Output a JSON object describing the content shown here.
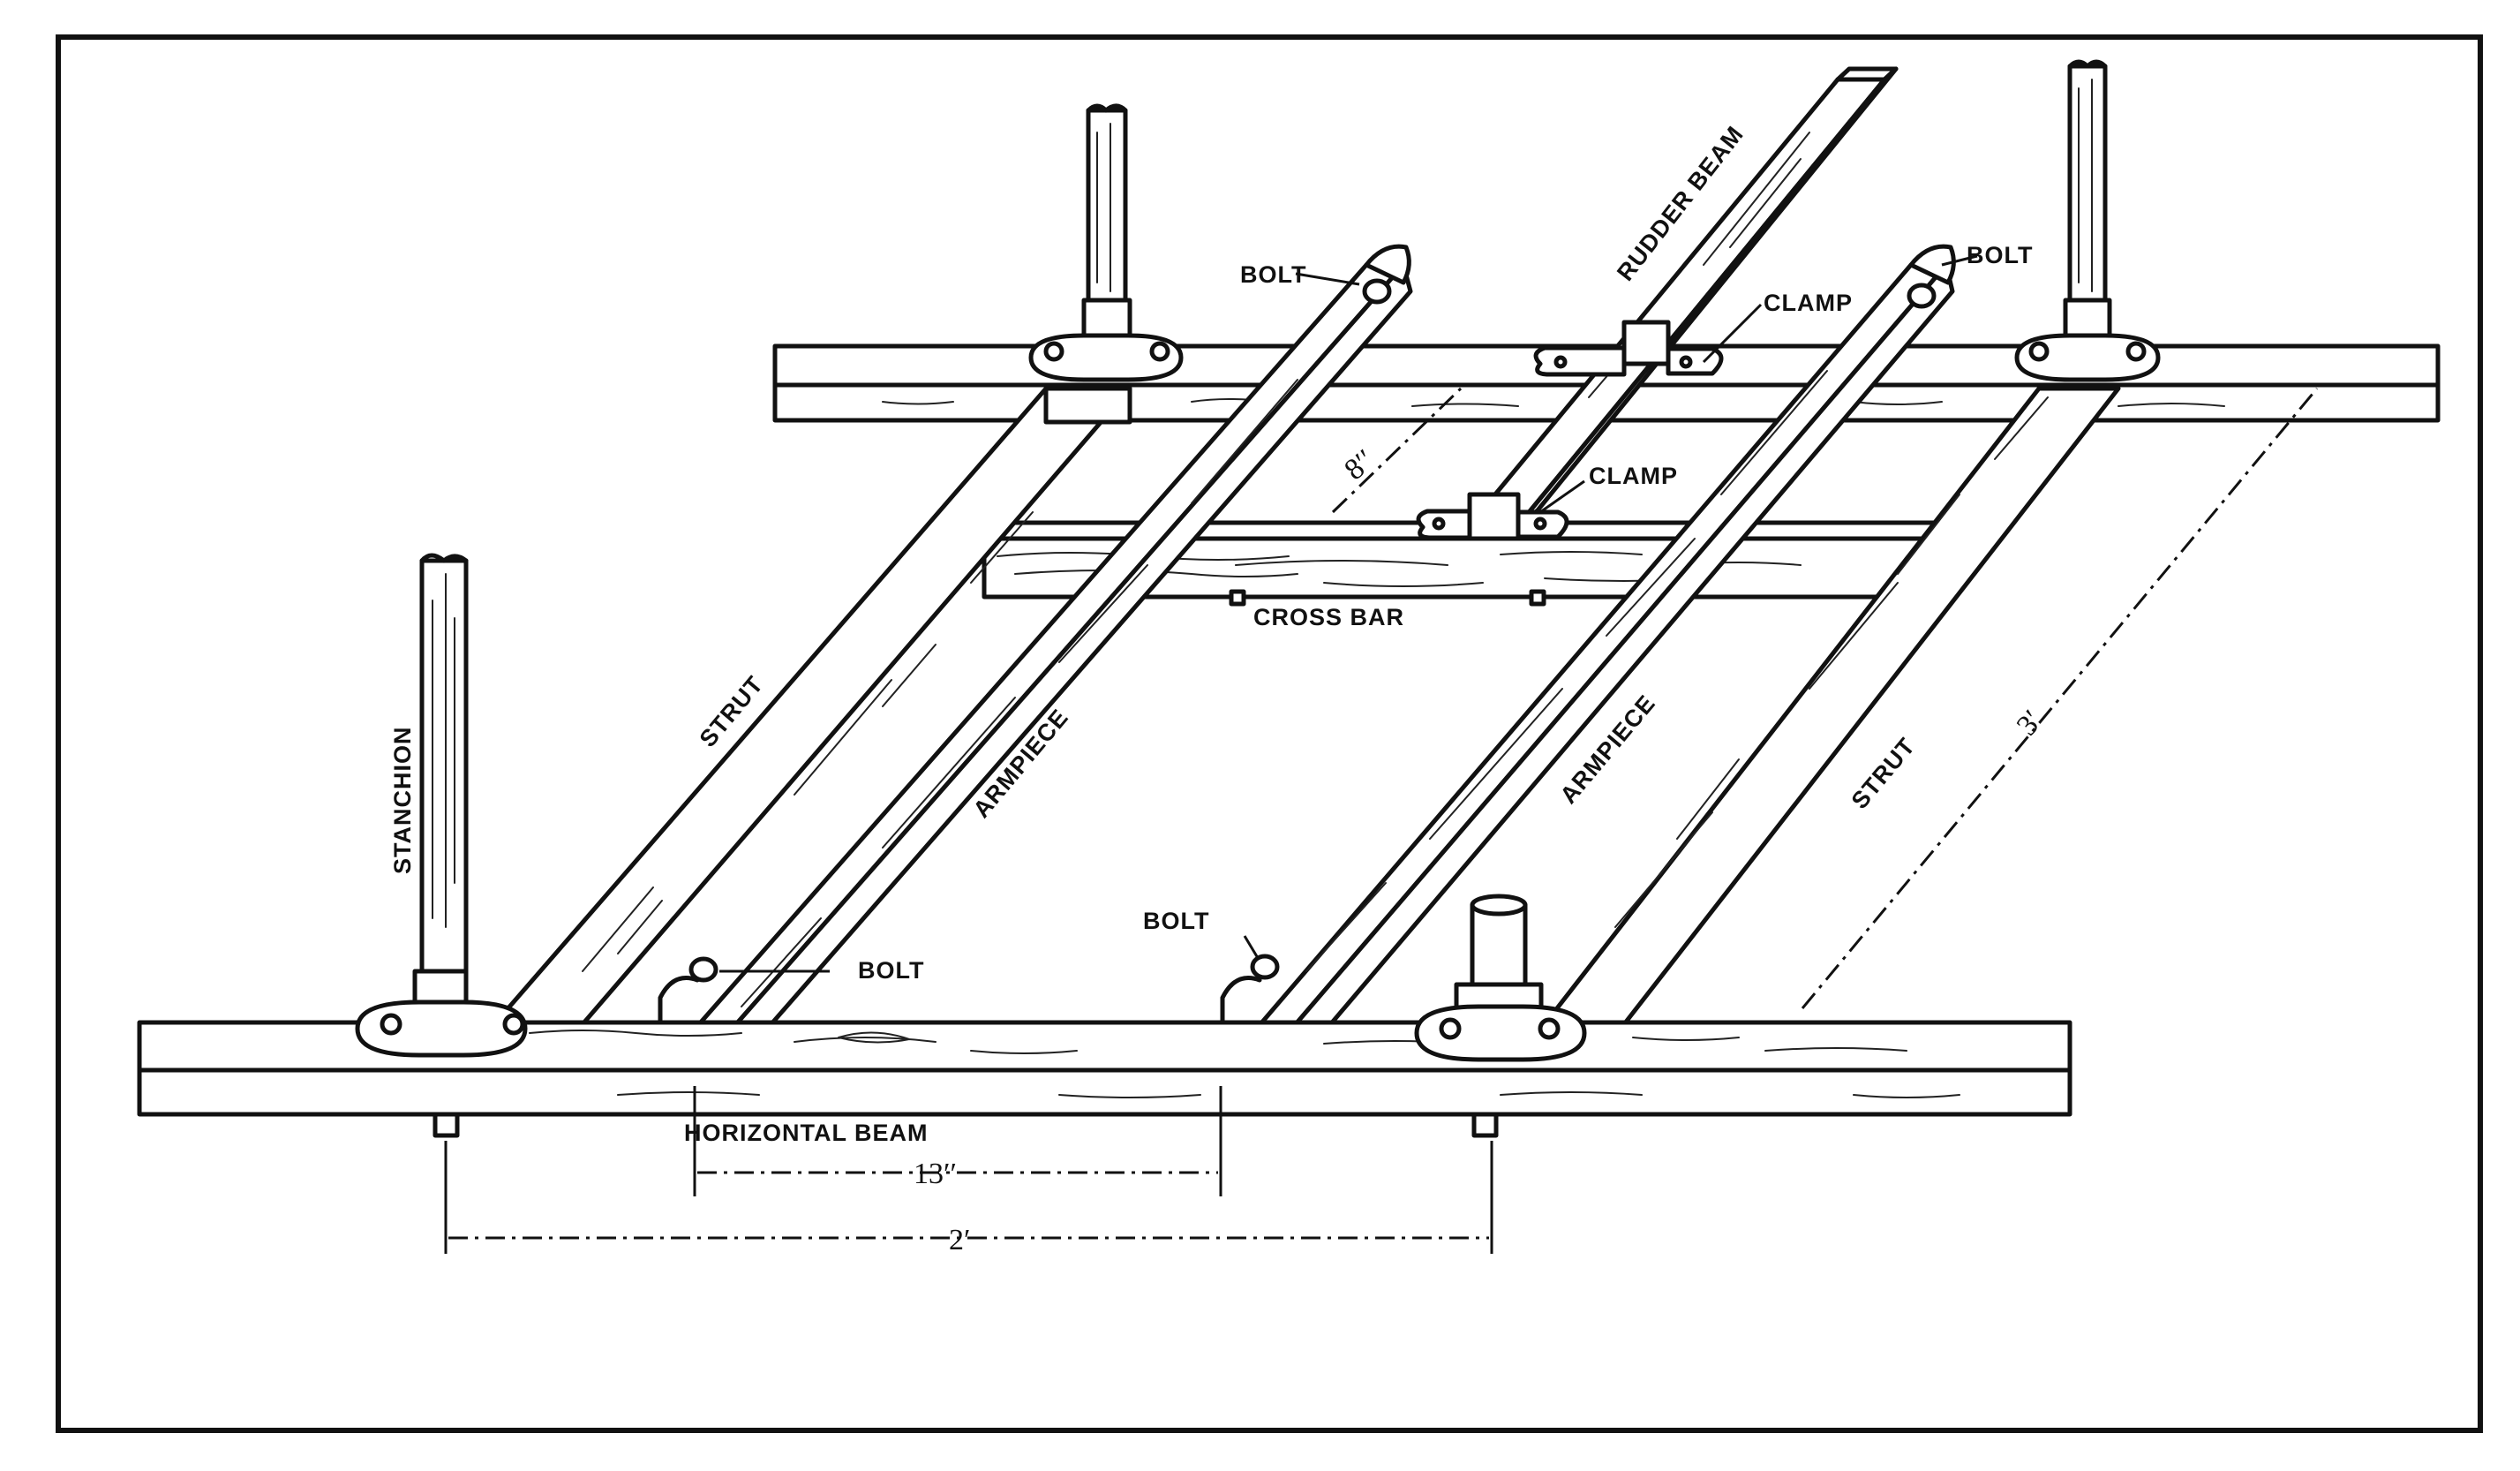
{
  "colors": {
    "ink": "#111111",
    "paper": "#ffffff"
  },
  "labels": {
    "rudder_beam": "RUDDER BEAM",
    "bolt": "BOLT",
    "clamp": "CLAMP",
    "cross_bar": "CROSS BAR",
    "strut": "STRUT",
    "armpiece": "ARMPIECE",
    "stanchion": "STANCHION",
    "horizontal_beam": "HORIZONTAL BEAM"
  },
  "dimensions": {
    "spacing": "8′′",
    "length": "3′",
    "armpiece_gap": "13′′",
    "stanchion_gap": "2′"
  }
}
